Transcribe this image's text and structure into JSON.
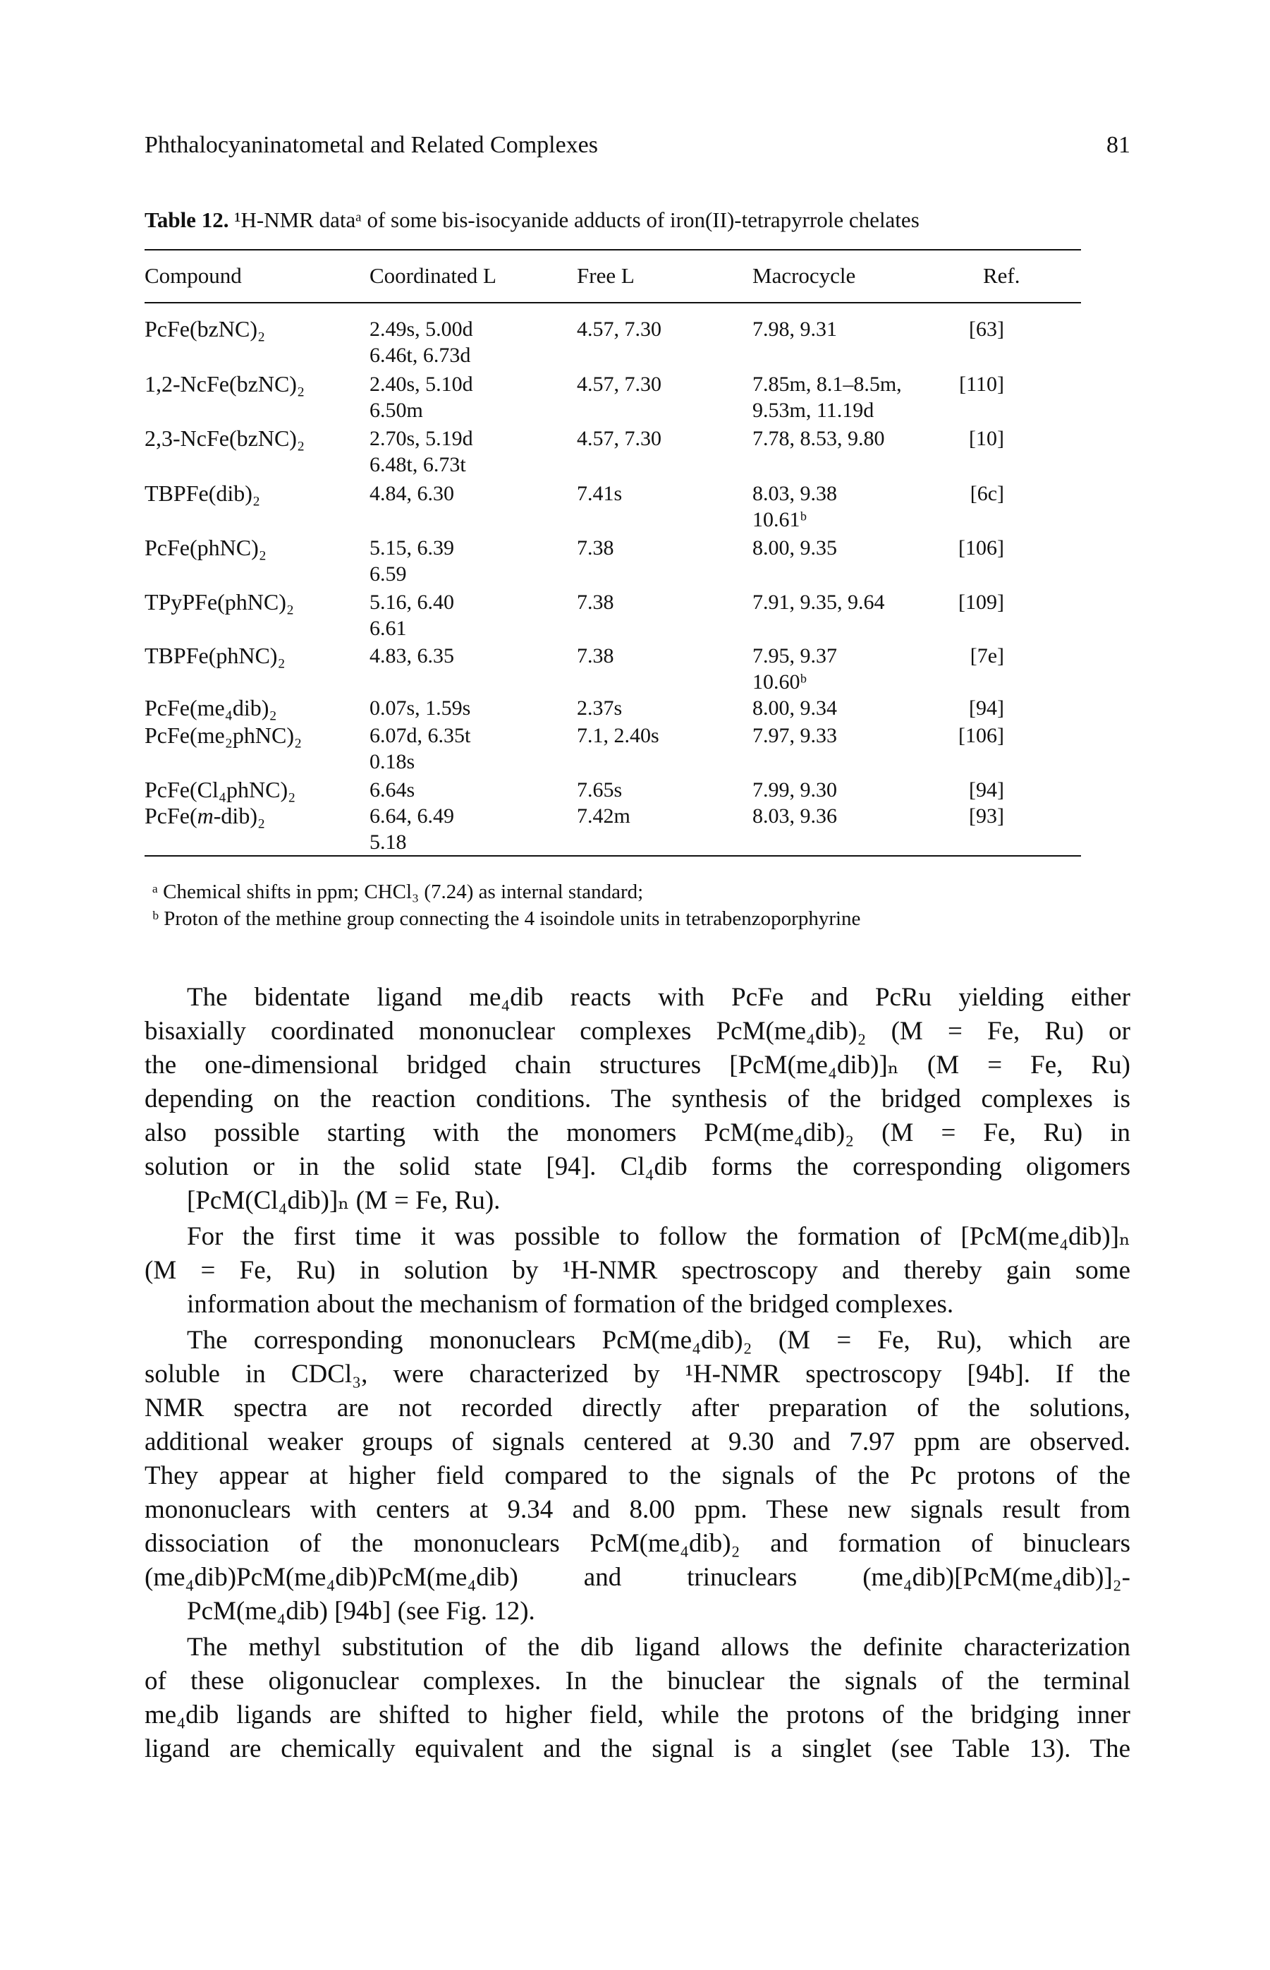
{
  "header": {
    "running_title": "Phthalocyaninatometal and Related Complexes",
    "page_number": "81"
  },
  "table": {
    "label": "Table 12.",
    "caption": "¹H-NMR dataᵃ of some bis-isocyanide adducts of iron(II)-tetrapyrrole chelates",
    "columns": [
      "Compound",
      "Coordinated L",
      "Free L",
      "Macrocycle",
      "Ref."
    ],
    "rows": [
      [
        "PcFe(bzNC)₂",
        "2.49s, 5.00d\n6.46t, 6.73d",
        "4.57, 7.30",
        "7.98, 9.31",
        "[63]"
      ],
      [
        "1,2-NcFe(bzNC)₂",
        "2.40s, 5.10d\n6.50m",
        "4.57, 7.30",
        "7.85m, 8.1–8.5m,\n9.53m, 11.19d",
        "[110]"
      ],
      [
        "2,3-NcFe(bzNC)₂",
        "2.70s, 5.19d\n6.48t, 6.73t",
        "4.57, 7.30",
        "7.78, 8.53, 9.80",
        "[10]"
      ],
      [
        "TBPFe(dib)₂",
        "4.84, 6.30",
        "7.41s",
        "8.03, 9.38\n10.61ᵇ",
        "[6c]"
      ],
      [
        "PcFe(phNC)₂",
        "5.15, 6.39\n6.59",
        "7.38",
        "8.00, 9.35",
        "[106]"
      ],
      [
        "TPyPFe(phNC)₂",
        "5.16, 6.40\n6.61",
        "7.38",
        "7.91, 9.35, 9.64",
        "[109]"
      ],
      [
        "TBPFe(phNC)₂",
        "4.83, 6.35",
        "7.38",
        "7.95, 9.37\n10.60ᵇ",
        "[7e]"
      ],
      [
        "PcFe(me₄dib)₂",
        "0.07s, 1.59s",
        "2.37s",
        "8.00, 9.34",
        "[94]"
      ],
      [
        "PcFe(me₂phNC)₂",
        "6.07d, 6.35t\n0.18s",
        "7.1, 2.40s",
        "7.97, 9.33",
        "[106]"
      ],
      [
        "PcFe(Cl₄phNC)₂",
        "6.64s",
        "7.65s",
        "7.99, 9.30",
        "[94]"
      ],
      [
        "PcFe(m-dib)₂",
        "6.64, 6.49\n5.18",
        "7.42m",
        "8.03, 9.36",
        "[93]"
      ]
    ],
    "footnotes": [
      "ᵃ  Chemical shifts in ppm; CHCl₃ (7.24) as internal standard;",
      "ᵇ  Proton of the methine group connecting the 4 isoindole units in tetrabenzoporphyrine"
    ]
  },
  "paragraphs": [
    "The bidentate ligand me₄dib reacts with PcFe and PcRu yielding either\nbisaxially coordinated mononuclear complexes PcM(me₄dib)₂ (M = Fe, Ru) or\nthe one-dimensional bridged chain structures [PcM(me₄dib)]ₙ (M = Fe, Ru)\ndepending on the reaction conditions. The synthesis of the bridged complexes is\nalso possible starting with the monomers PcM(me₄dib)₂ (M = Fe, Ru) in\nsolution or in the solid state [94]. Cl₄dib forms the corresponding oligomers\n[PcM(Cl₄dib)]ₙ (M = Fe, Ru).",
    "For the first time it was possible to follow the formation of [PcM(me₄dib)]ₙ\n(M = Fe, Ru) in solution by ¹H-NMR spectroscopy and thereby gain some\ninformation about the mechanism of formation of the bridged complexes.",
    "The corresponding mononuclears PcM(me₄dib)₂ (M = Fe, Ru), which are\nsoluble in CDCl₃, were characterized by ¹H-NMR spectroscopy [94b]. If the\nNMR spectra are not recorded directly after preparation of the solutions,\nadditional weaker groups of signals centered at 9.30 and 7.97 ppm are observed.\nThey appear at higher field compared to the signals of the Pc protons of the\nmononuclears with centers at 9.34 and 8.00 ppm. These new signals result from\ndissociation of the mononuclears PcM(me₄dib)₂ and formation of binuclears\n(me₄dib)PcM(me₄dib)PcM(me₄dib) and trinuclears (me₄dib)[PcM(me₄dib)]₂-\nPcM(me₄dib) [94b] (see Fig. 12).",
    "The methyl substitution of the dib ligand allows the definite characterization\nof these oligonuclear complexes. In the binuclear the signals of the terminal\nme₄dib ligands are shifted to higher field, while the protons of the bridging inner\nligand are chemically equivalent and the signal is a singlet (see Table 13). The"
  ]
}
